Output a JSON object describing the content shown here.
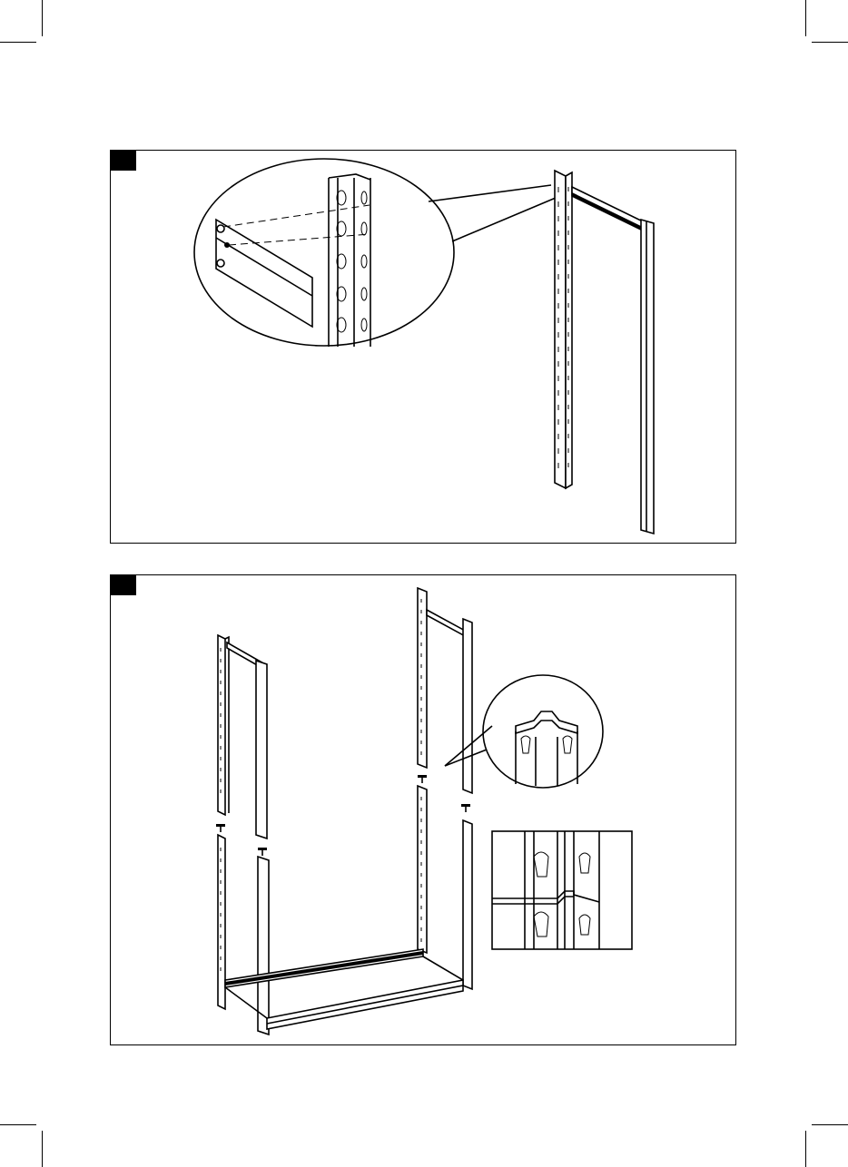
{
  "steps": [
    {
      "label": ""
    },
    {
      "label": ""
    }
  ],
  "colors": {
    "ink": "#000000",
    "paper": "#ffffff"
  },
  "icons": [
    "shelf-upright-post",
    "shelf-beam",
    "magnifier-callout",
    "connector-pin",
    "base-frame"
  ]
}
